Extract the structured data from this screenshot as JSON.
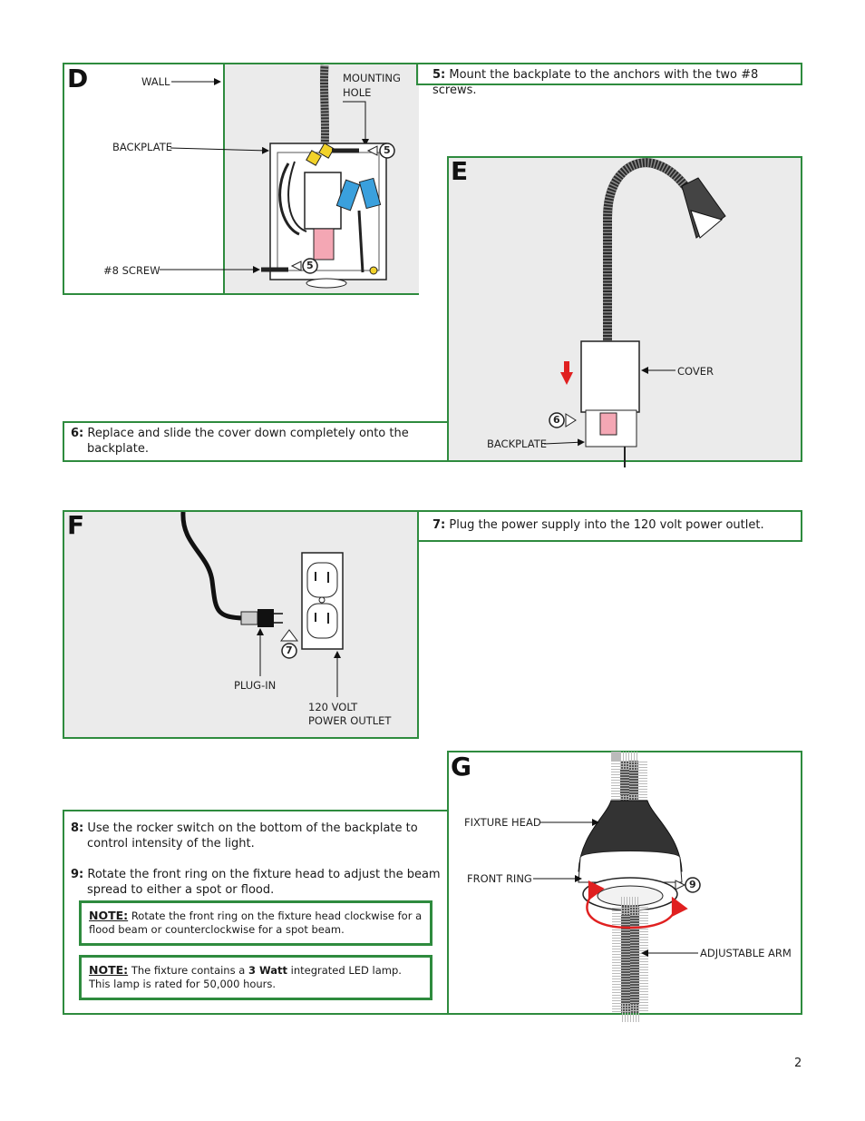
{
  "panels": {
    "d": {
      "letter": "D",
      "labels": {
        "wall": "WALL",
        "mounting_hole": [
          "MOUNTING",
          "HOLE"
        ],
        "backplate": "BACKPLATE",
        "screw": "#8 SCREW",
        "callout": "5"
      }
    },
    "e": {
      "letter": "E",
      "labels": {
        "cover": "COVER",
        "backplate": "BACKPLATE",
        "callout": "6"
      }
    },
    "f": {
      "letter": "F",
      "labels": {
        "plug_in": "PLUG-IN",
        "outlet": [
          "120 VOLT",
          "POWER OUTLET"
        ],
        "callout": "7"
      }
    },
    "g": {
      "letter": "G",
      "labels": {
        "fixture_head": "FIXTURE HEAD",
        "front_ring": "FRONT RING",
        "adjustable_arm": "ADJUSTABLE ARM",
        "callout": "9"
      }
    }
  },
  "steps": {
    "s5": {
      "num": "5:",
      "text": "Mount the backplate to the anchors with the two #8 screws."
    },
    "s6": {
      "num": "6:",
      "text": "Replace and slide the cover down completely onto the backplate."
    },
    "s7": {
      "num": "7:",
      "text": "Plug the power supply into the 120 volt power outlet."
    },
    "s8": {
      "num": "8:",
      "text": "Use the rocker switch on the bottom of the backplate to control intensity of the light."
    },
    "s9": {
      "num": "9:",
      "text": "Rotate the front ring on the fixture head to adjust the beam spread to either a spot or flood."
    }
  },
  "notes": {
    "n1": {
      "head": "NOTE:",
      "text": "Rotate the front ring on the fixture head clockwise for a flood beam or counterclockwise for a spot beam."
    },
    "n2": {
      "head": "NOTE:",
      "text_before": "The fixture contains a",
      "bold": "3 Watt",
      "text_after": "integrated LED lamp. This lamp is rated for 50,000 hours."
    }
  },
  "page_number": "2",
  "colors": {
    "border_green": "#2e8b3e",
    "panel_gray": "#ebebeb",
    "arrow_red": "#e02020"
  }
}
